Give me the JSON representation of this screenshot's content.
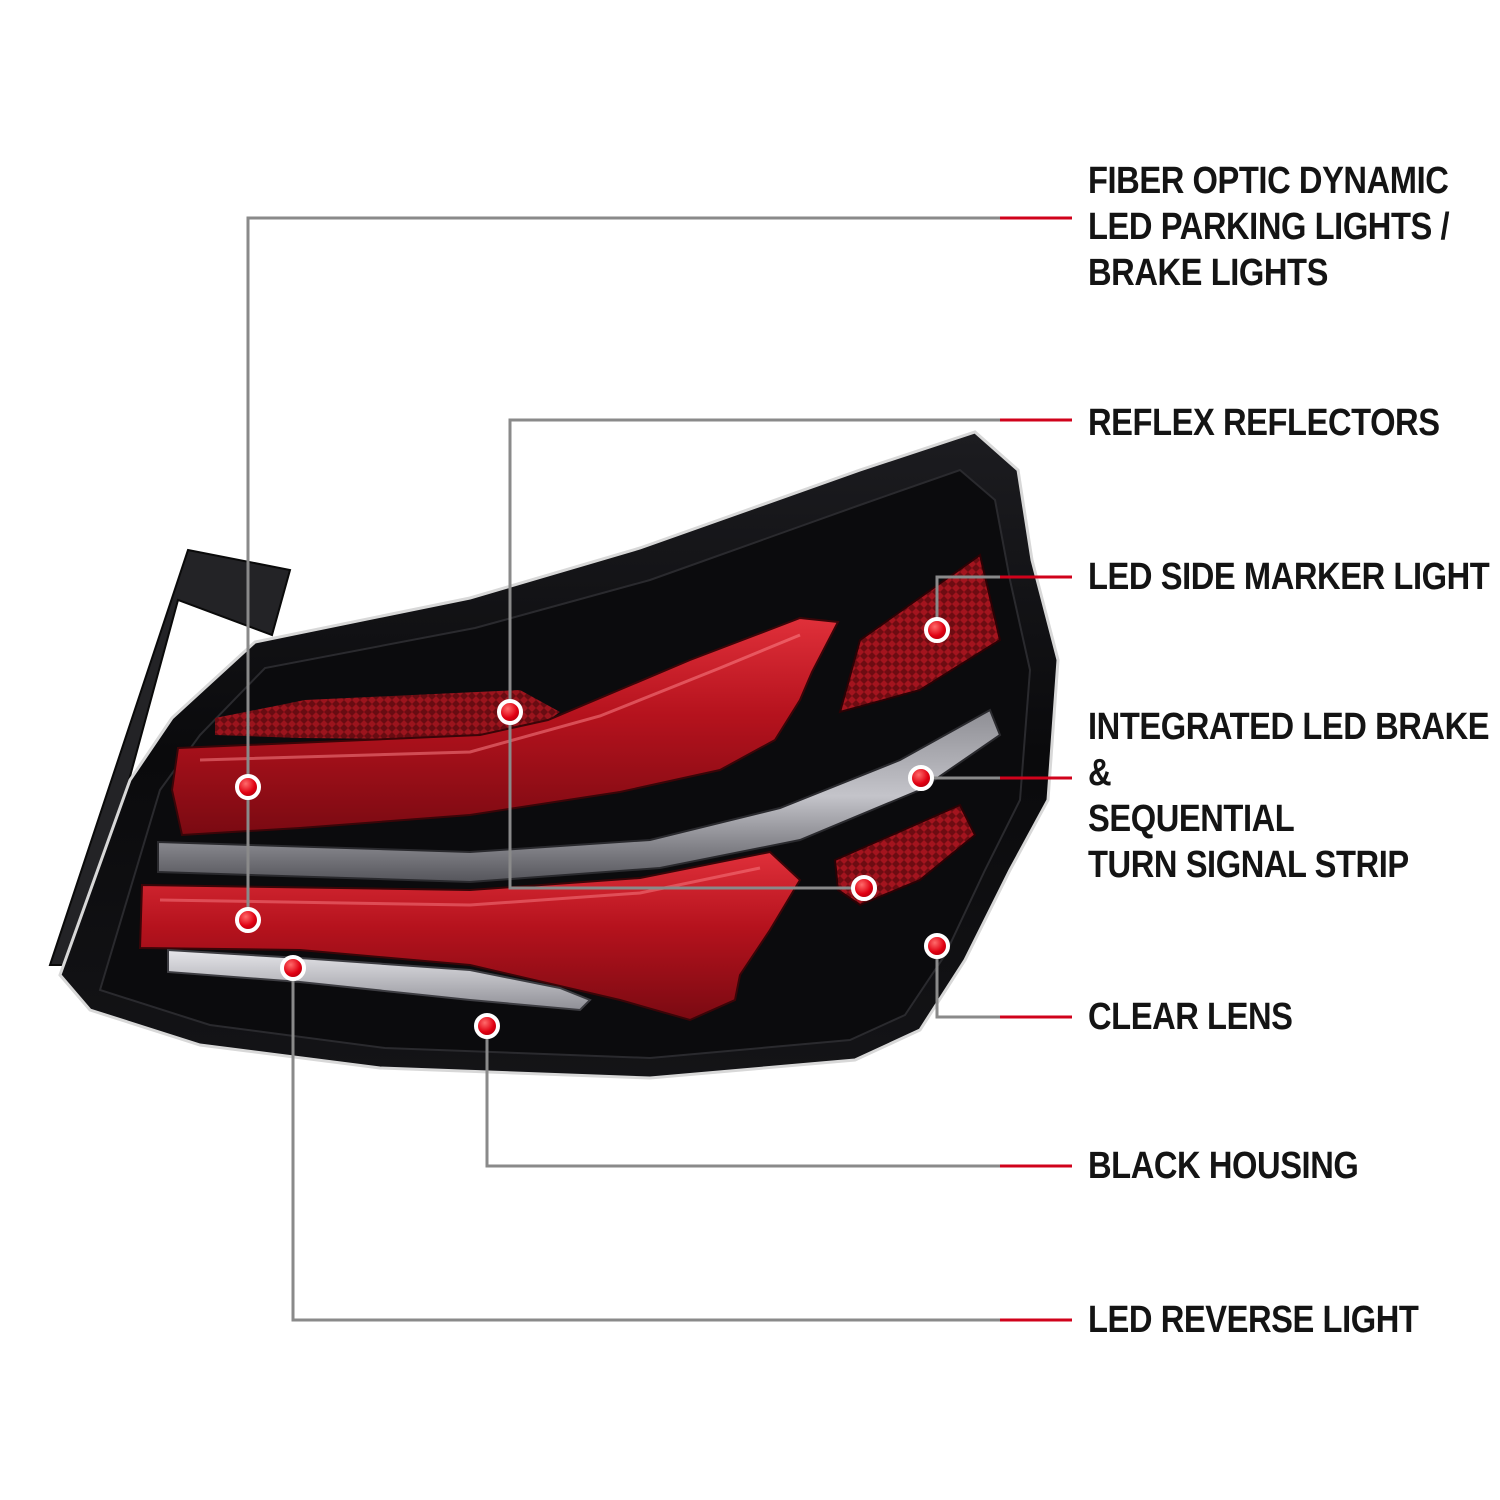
{
  "callouts": [
    {
      "id": "parking",
      "lines": [
        "FIBER OPTIC DYNAMIC",
        "LED PARKING LIGHTS /",
        "BRAKE LIGHTS"
      ]
    },
    {
      "id": "reflex",
      "lines": [
        "REFLEX REFLECTORS"
      ]
    },
    {
      "id": "side_marker",
      "lines": [
        "LED SIDE MARKER LIGHT"
      ]
    },
    {
      "id": "strip",
      "lines": [
        "INTEGRATED LED BRAKE",
        "&",
        "SEQUENTIAL",
        "TURN SIGNAL STRIP"
      ]
    },
    {
      "id": "clear_lens",
      "lines": [
        "CLEAR LENS"
      ]
    },
    {
      "id": "housing",
      "lines": [
        "BLACK HOUSING"
      ]
    },
    {
      "id": "reverse",
      "lines": [
        "LED REVERSE LIGHT"
      ]
    }
  ],
  "colors": {
    "accent_red": "#d0021b",
    "leader_gray": "#8a8a8a",
    "housing_black": "#0d0d0f",
    "lens_red": "#b3111c",
    "text": "#141414"
  }
}
